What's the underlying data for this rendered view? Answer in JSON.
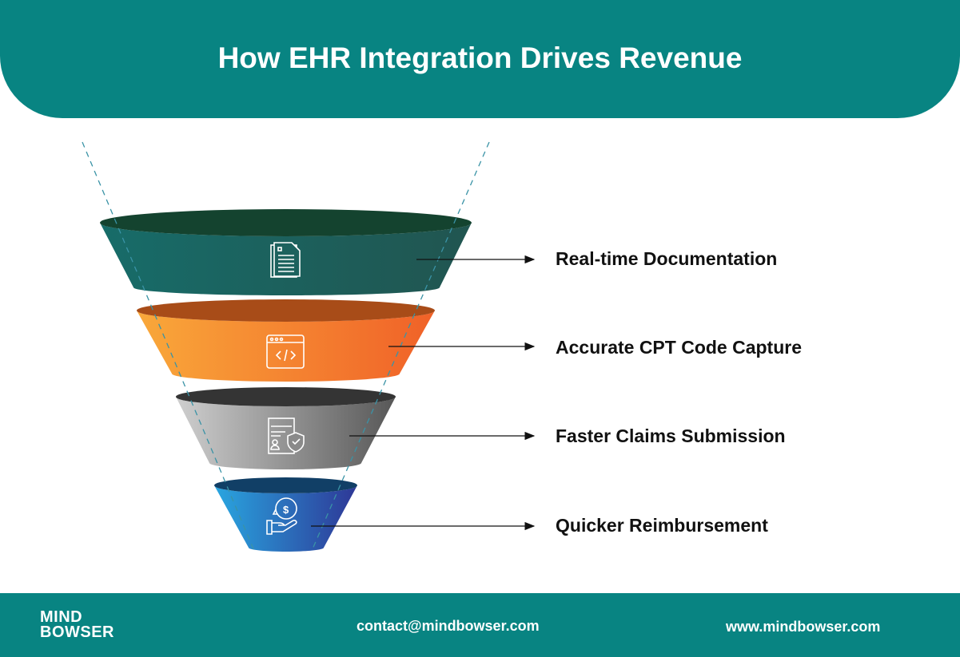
{
  "header": {
    "title": "How EHR Integration Drives Revenue"
  },
  "funnel": {
    "stages": [
      {
        "label": "Real-time Documentation",
        "icon": "document-icon",
        "colors": [
          "#176c69",
          "#215550"
        ],
        "top_color": "#14432f"
      },
      {
        "label": "Accurate CPT Code Capture",
        "icon": "code-window-icon",
        "colors": [
          "#f9a83a",
          "#f06128"
        ],
        "top_color": "#a84c18"
      },
      {
        "label": "Faster Claims Submission",
        "icon": "claim-icon",
        "colors": [
          "#cfcfcf",
          "#575757"
        ],
        "top_color": "#343434"
      },
      {
        "label": "Quicker Reimbursement",
        "icon": "money-hand-icon",
        "colors": [
          "#29a6e0",
          "#2e3796"
        ],
        "top_color": "#113f66"
      }
    ]
  },
  "footer": {
    "logo_line1": "MIND",
    "logo_line2": "BOWSER",
    "email": "contact@mindbowser.com",
    "website": "www.mindbowser.com"
  }
}
